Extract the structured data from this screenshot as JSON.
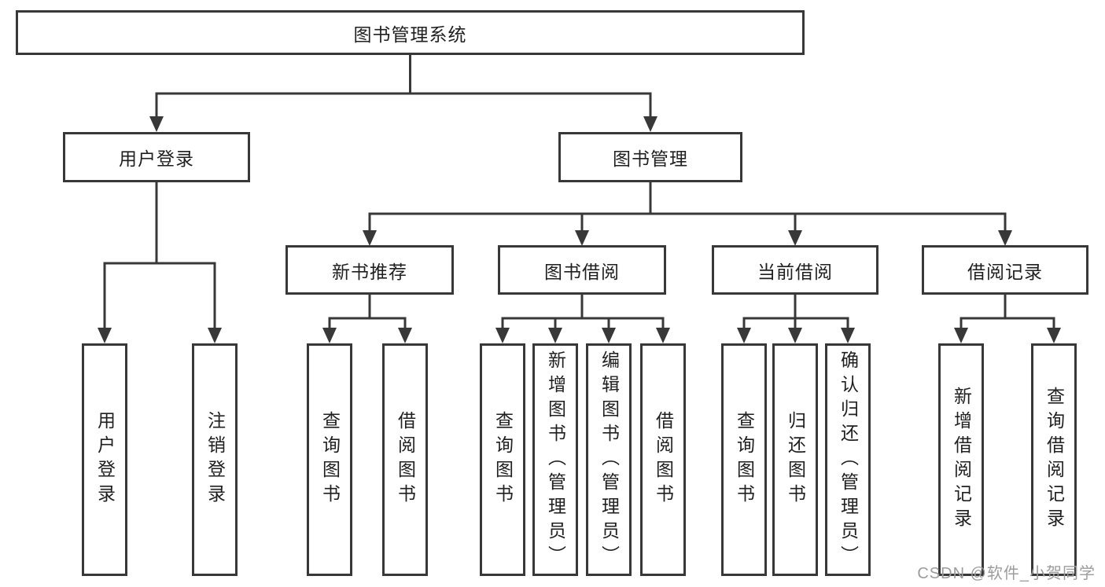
{
  "diagram": {
    "title_node": "图书管理系统",
    "level2": {
      "user_login": "用户登录",
      "book_management": "图书管理"
    },
    "level3": {
      "new_book_recommend": "新书推荐",
      "book_borrowing": "图书借阅",
      "current_borrowing": "当前借阅",
      "borrowing_records": "借阅记录"
    },
    "leaves": {
      "user_login_children": [
        "用户登录",
        "注销登录"
      ],
      "new_book_children": [
        "查询图书",
        "借阅图书"
      ],
      "book_borrowing_children": [
        "查询图书",
        "新增图书（管理员）",
        "编辑图书（管理员）",
        "借阅图书"
      ],
      "current_borrowing_children": [
        "查询图书",
        "归还图书",
        "确认归还（管理员）"
      ],
      "borrowing_records_children": [
        "新增借阅记录",
        "查询借阅记录"
      ]
    },
    "colors": {
      "line": "#383838",
      "box_border": "#383838",
      "text": "#1f1f1f",
      "watermark": "#9c9c9c",
      "background": "#ffffff"
    }
  },
  "watermark": {
    "text": "CSDN @软件_小贺同学"
  }
}
